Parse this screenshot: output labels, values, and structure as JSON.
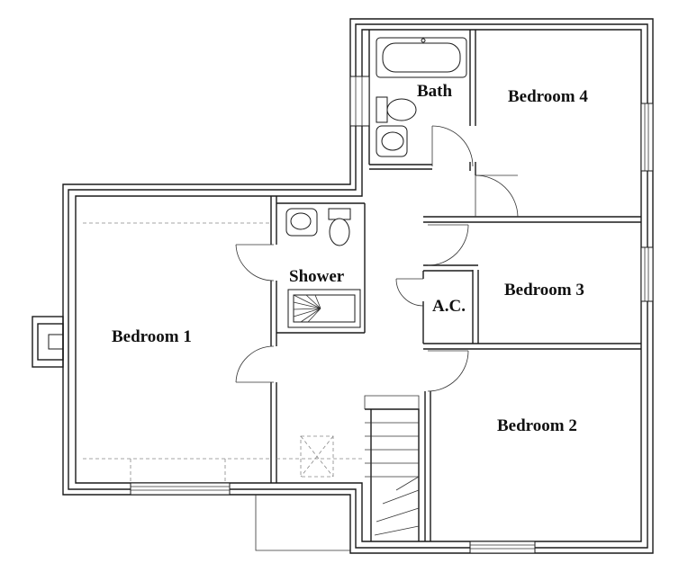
{
  "rooms": {
    "bath": "Bath",
    "bedroom4": "Bedroom 4",
    "bedroom3": "Bedroom 3",
    "bedroom2": "Bedroom 2",
    "bedroom1": "Bedroom 1",
    "shower": "Shower",
    "ac": "A.C."
  },
  "colors": {
    "wall": "#1a1a1a",
    "background": "#ffffff"
  }
}
